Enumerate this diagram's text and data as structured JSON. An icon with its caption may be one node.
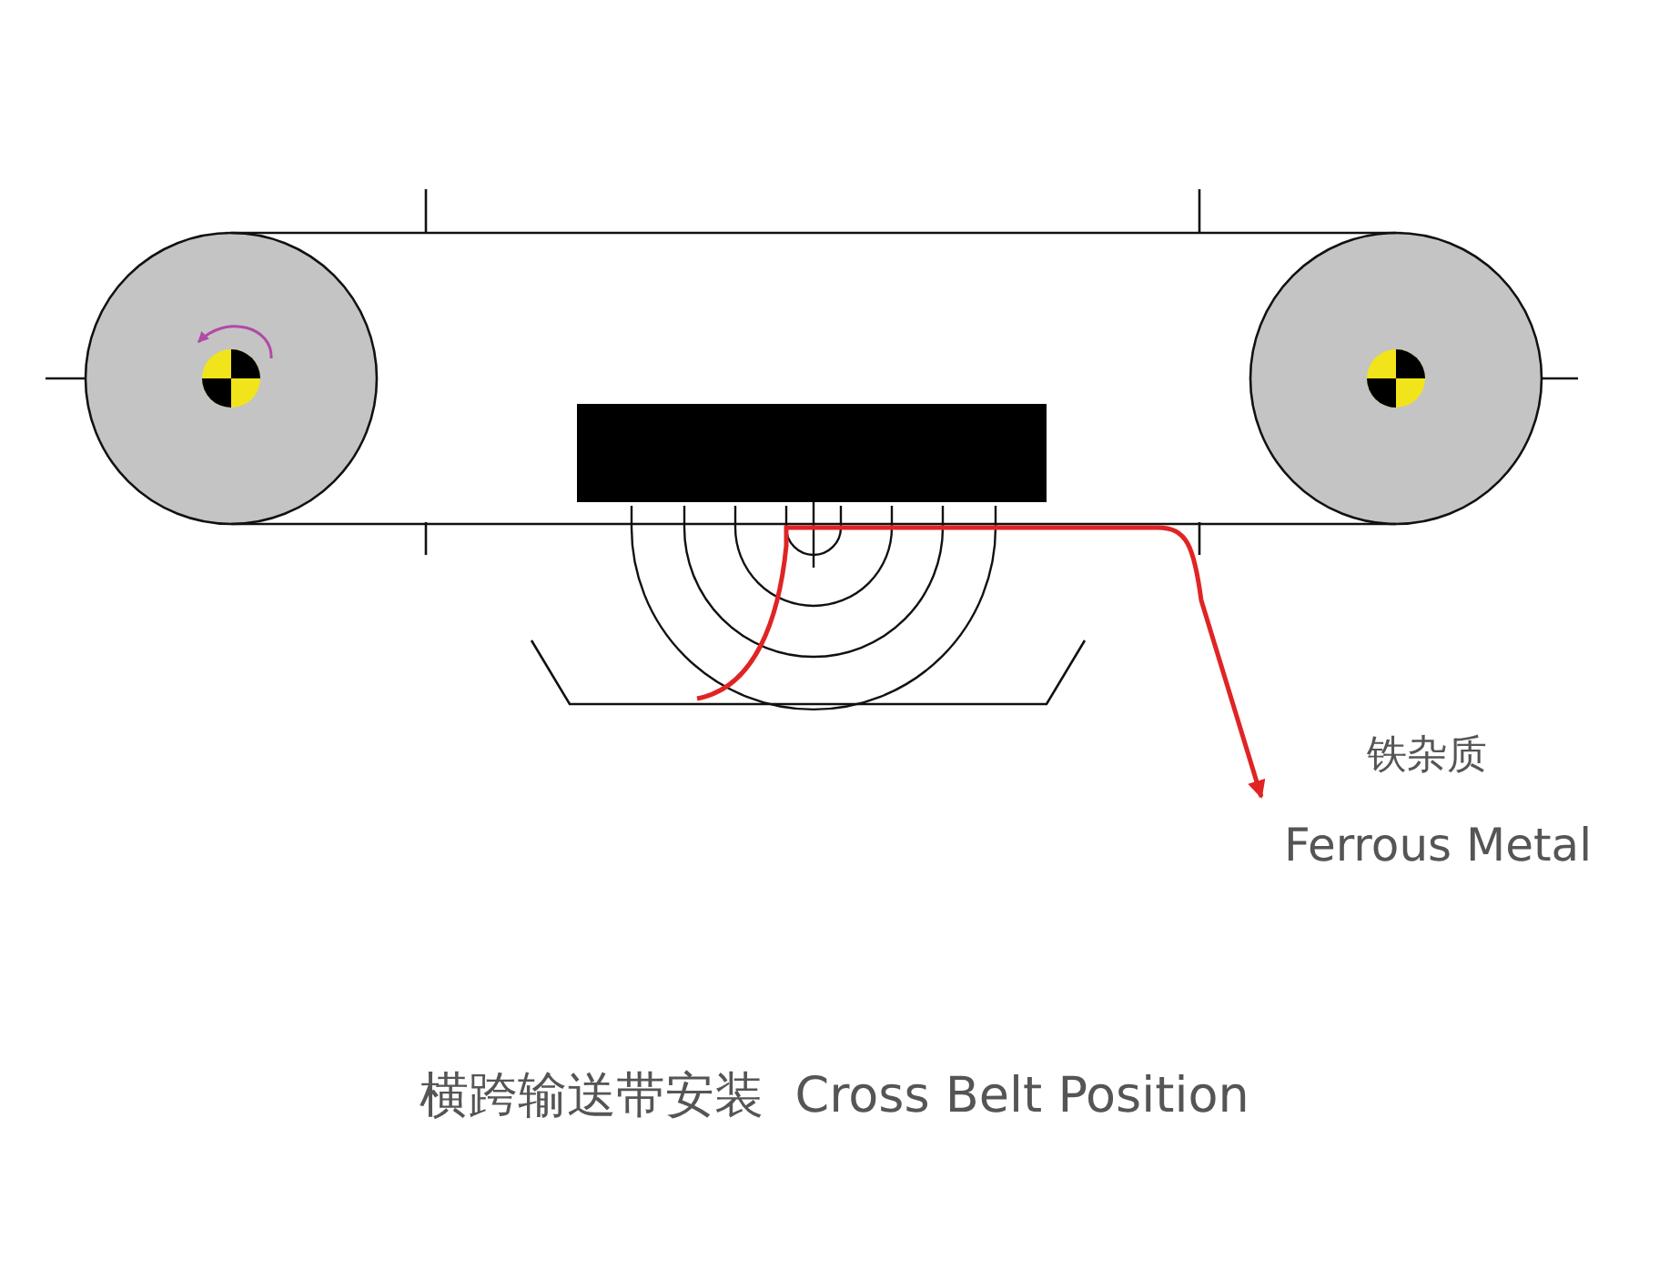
{
  "diagram": {
    "caption": "横跨输送带安装  Cross Belt Position",
    "labels": [
      "铁杂质",
      "Ferrous Metal"
    ]
  }
}
